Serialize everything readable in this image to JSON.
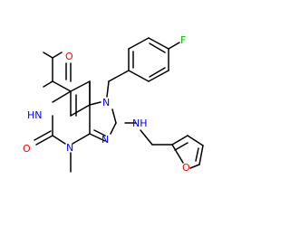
{
  "molecule": {
    "atoms": [
      {
        "id": "O6",
        "text": "O",
        "color": "#ff0000"
      },
      {
        "id": "N7",
        "text": "N",
        "color": "#0000ff"
      },
      {
        "id": "F",
        "text": "F",
        "color": "#00bb00"
      },
      {
        "id": "N1",
        "text": "HN",
        "color": "#0000ff"
      },
      {
        "id": "N9",
        "text": "N",
        "color": "#0000ff"
      },
      {
        "id": "NH",
        "text": "NH",
        "color": "#0000ff"
      },
      {
        "id": "O2",
        "text": "O",
        "color": "#ff0000"
      },
      {
        "id": "N3",
        "text": "N",
        "color": "#0000ff"
      },
      {
        "id": "Ofur",
        "text": "O",
        "color": "#ff0000"
      }
    ]
  }
}
